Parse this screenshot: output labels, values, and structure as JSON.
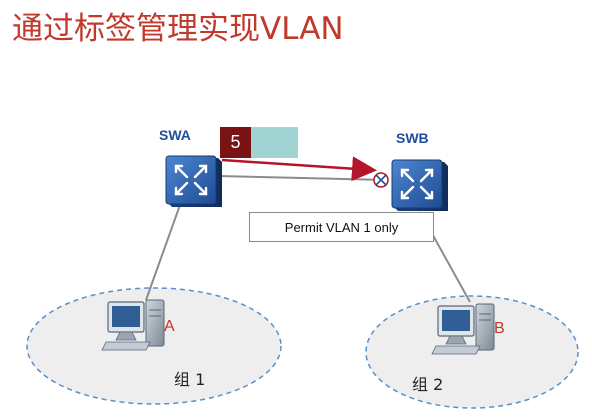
{
  "title": "通过标签管理实现VLAN",
  "switches": [
    {
      "id": "swa",
      "label": "SWA"
    },
    {
      "id": "swb",
      "label": "SWB"
    }
  ],
  "hosts": [
    {
      "id": "a",
      "label": "A"
    },
    {
      "id": "b",
      "label": "B"
    }
  ],
  "groups": [
    {
      "id": "g1",
      "label": "组 1"
    },
    {
      "id": "g2",
      "label": "组 2"
    }
  ],
  "frame": {
    "vlan_tag": "5",
    "tag_color": "#7a1414",
    "data_color": "#9fd4d2"
  },
  "trunk_rule": "Permit VLAN 1 only",
  "colors": {
    "title": "#c0392b",
    "switch_fill": "#2a5aa8",
    "arrow": "#b3152a",
    "group_fill": "#eeeeee",
    "group_border": "#5b8fc7"
  }
}
